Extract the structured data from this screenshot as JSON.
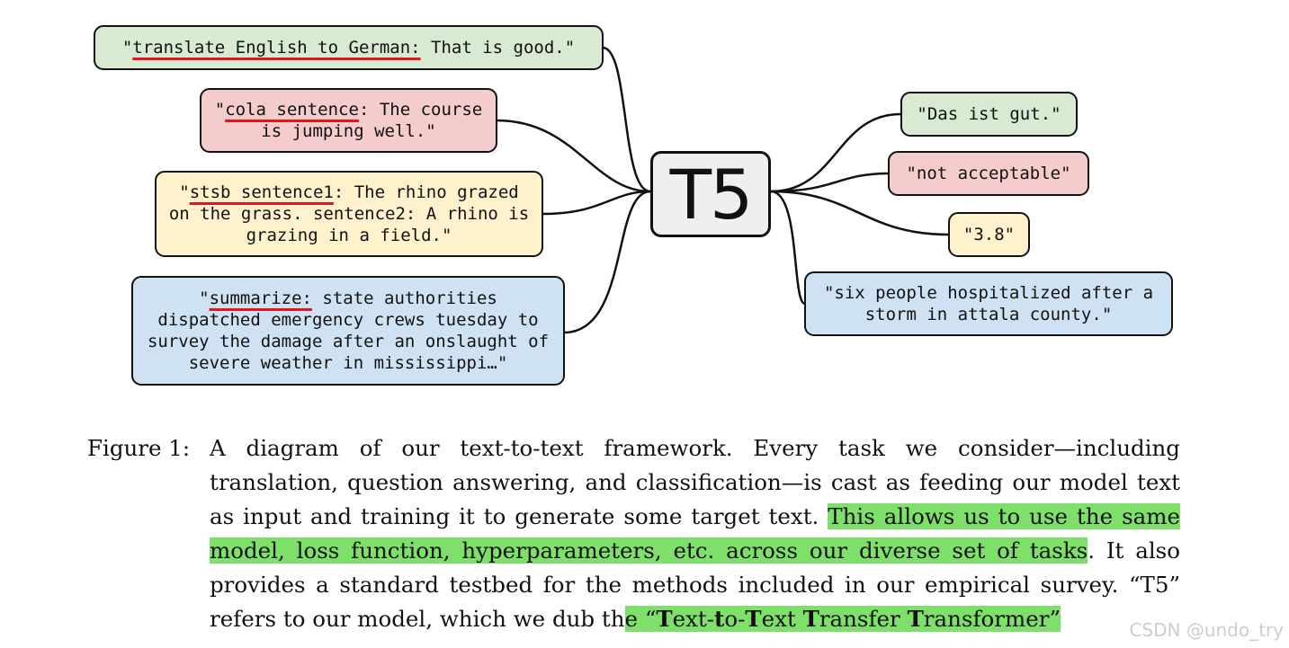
{
  "diagram": {
    "center_label": "T5",
    "inputs": [
      {
        "prefix": "translate English to German:",
        "pre": "\"",
        "text": " That is good.\""
      },
      {
        "prefix": "cola sentence",
        "pre": "\"",
        "text": ": The course is jumping well.\""
      },
      {
        "prefix": "stsb sentence1",
        "pre": "\"",
        "text": ": The rhino grazed on the grass. sentence2: A rhino is grazing in a field.\""
      },
      {
        "prefix": "summarize:",
        "pre": "\"",
        "text": " state authorities dispatched emergency crews tuesday to survey the damage after an onslaught of severe weather in mississippi…\""
      }
    ],
    "outputs": [
      {
        "text": "\"Das ist gut.\""
      },
      {
        "text": "\"not acceptable\""
      },
      {
        "text": "\"3.8\""
      },
      {
        "text": "\"six people hospitalized after a storm in attala county.\""
      }
    ],
    "colors": {
      "green": "#d9ead3",
      "red": "#f4cccc",
      "yellow": "#fff2cc",
      "blue": "#cfe2f3",
      "underline": "#e3161e",
      "highlight": "#7ee06a"
    }
  },
  "caption": {
    "label": "Figure 1:",
    "part1": "A diagram of our text-to-text framework. Every task we consider—including translation, question answering, and classification—is cast as feeding our model text as input and training it to generate some target text. ",
    "highlight1": "This allows us to use the same model, loss function, hyperparameters, etc. across our diverse set of tasks",
    "part2": ". It also provides a standard testbed for the methods included in our empirical survey. “T5” refers to our model, which we dub th",
    "highlight2_pre": "e “",
    "b1": "T",
    "t1": "ext-",
    "b2": "t",
    "t2": "o-",
    "b3": "T",
    "t3": "ext ",
    "b4": "T",
    "t4": "ransfer ",
    "b5": "T",
    "t5": "ransformer”"
  },
  "watermark": "CSDN @undo_try"
}
